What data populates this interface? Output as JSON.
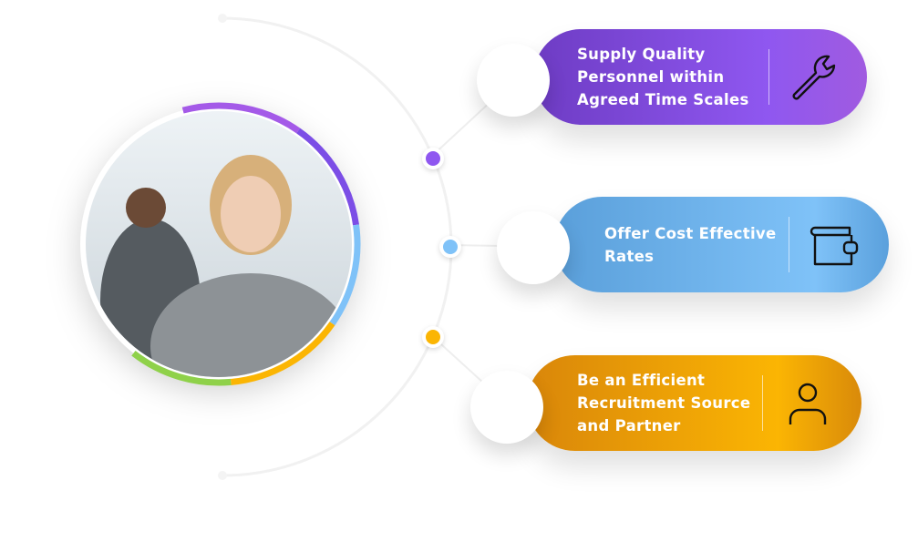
{
  "items": [
    {
      "label_lines": [
        "Supply Quality",
        "Personnel within",
        "Agreed Time Scales"
      ],
      "icon": "wrench-icon",
      "color": "#8f57f0"
    },
    {
      "label_lines": [
        "Offer Cost Effective",
        "Rates"
      ],
      "icon": "wallet-icon",
      "color": "#7fc2f8"
    },
    {
      "label_lines": [
        "Be an Efficient",
        "Recruitment Source",
        "and Partner"
      ],
      "icon": "user-icon",
      "color": "#fbb503"
    }
  ],
  "ring_colors": [
    "#a45ae8",
    "#7c4ee6",
    "#7fc2f8",
    "#fbb503",
    "#8fd14a"
  ]
}
